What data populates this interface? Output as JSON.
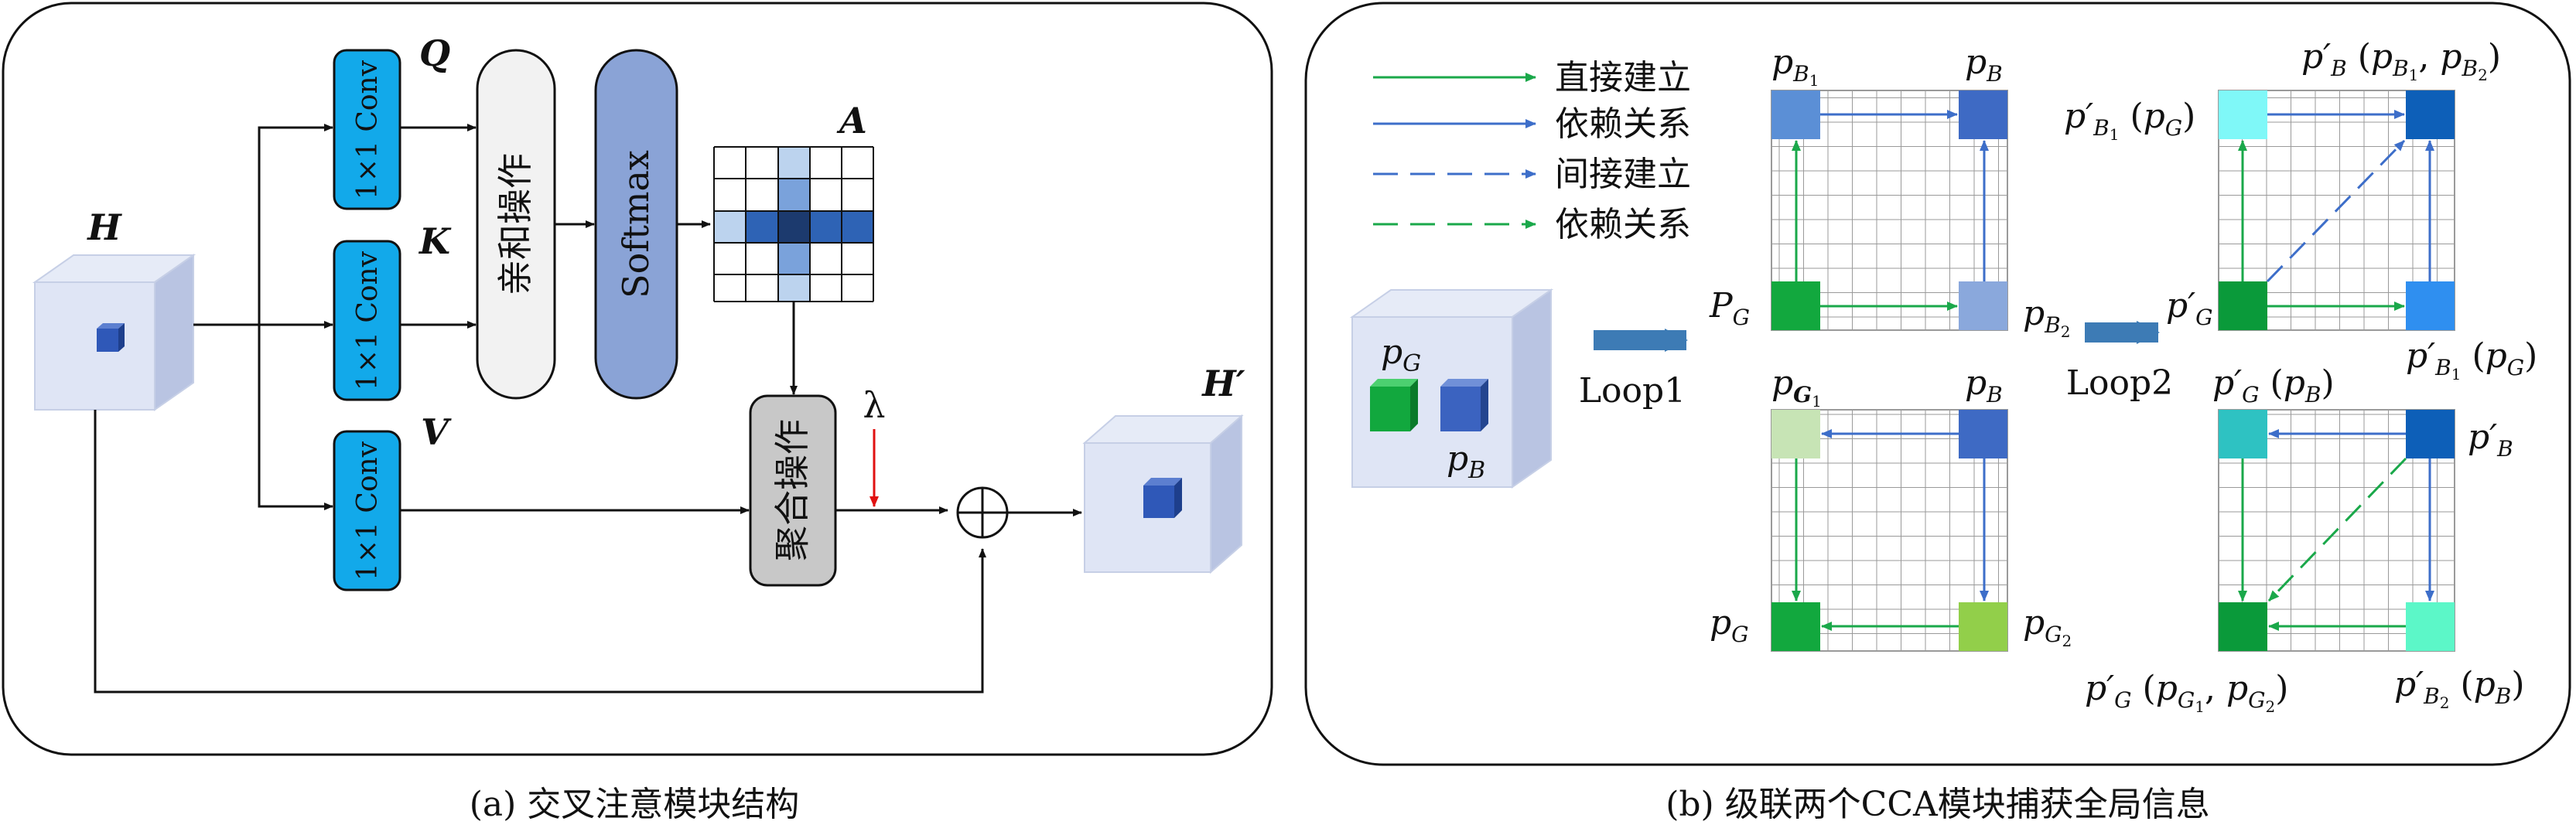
{
  "panel_a": {
    "caption": "(a) 交叉注意模块结构",
    "input_label": "H",
    "output_label": "H′",
    "conv_label": "1×1 Conv",
    "q_label": "Q",
    "k_label": "K",
    "v_label": "V",
    "affinity_label": "亲和操作",
    "softmax_label": "Softmax",
    "attention_label": "A",
    "aggregation_label": "聚合操作",
    "lambda_label": "λ"
  },
  "panel_b": {
    "caption": "(b) 级联两个CCA模块捕获全局信息",
    "legend": [
      {
        "text": "直接建立",
        "color": "#1aa84a",
        "style": "solid"
      },
      {
        "text": "依赖关系",
        "color": "#3d6ec9",
        "style": "solid"
      },
      {
        "text": "间接建立",
        "color": "#3d6ec9",
        "style": "dashed"
      },
      {
        "text": "依赖关系",
        "color": "#1aa84a",
        "style": "dashed"
      }
    ],
    "loop1_label": "Loop1",
    "loop2_label": "Loop2",
    "cube_pg": "p",
    "cube_pg_sub": "G",
    "cube_pb": "p",
    "cube_pb_sub": "B",
    "grid1": {
      "tl": "pB1",
      "tr": "pB",
      "bl": "PG",
      "br": "pB2"
    },
    "grid2": {
      "tl": "pG1",
      "tr": "pB",
      "bl": "pG",
      "br": "pG2"
    },
    "grid3": {
      "tl": "p′B1 (pG)",
      "tr": "p′B (pB1, pB2)",
      "bl": "p′G",
      "br": "p′B1 (pG)"
    },
    "grid4": {
      "tl": "p′G (pB)",
      "tr": "p′B",
      "bl": "p′G (pG1, pG2)",
      "br": "p′B2 (pB)"
    },
    "colors": {
      "green": "#1aa84a",
      "blue": "#3d6ec9",
      "dark_green": "#0a9a3a",
      "cell_blue": "#4a72c4"
    }
  }
}
